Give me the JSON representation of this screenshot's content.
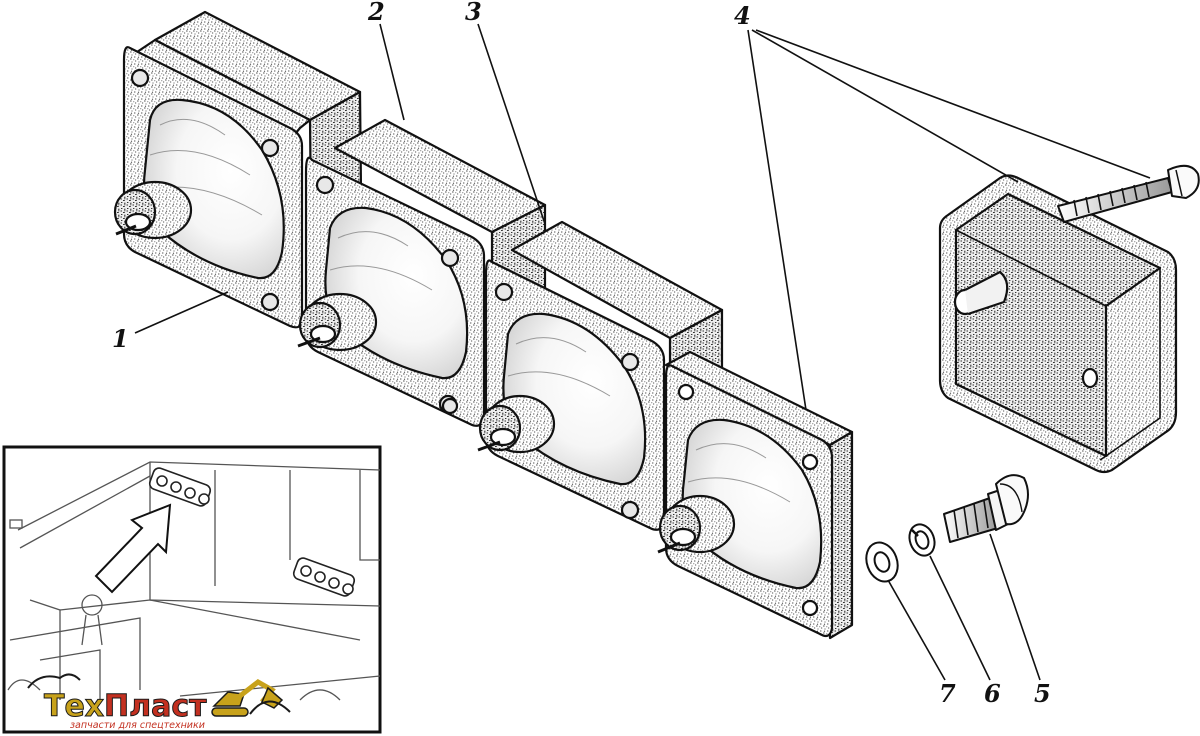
{
  "callouts": [
    {
      "id": "1",
      "label": "1"
    },
    {
      "id": "2",
      "label": "2"
    },
    {
      "id": "3",
      "label": "3"
    },
    {
      "id": "4",
      "label": "4"
    },
    {
      "id": "5",
      "label": "5"
    },
    {
      "id": "6",
      "label": "6"
    },
    {
      "id": "7",
      "label": "7"
    }
  ],
  "logo": {
    "name_part1": "Тех",
    "name_part2": "Пласт",
    "tagline": "запчасти для спецтехники",
    "colors": {
      "primary": "#c8a21b",
      "secondary": "#c33020",
      "outline": "#1a1a1a"
    }
  },
  "colors": {
    "line": "#111111",
    "stipple": "#555555",
    "background": "#ffffff"
  }
}
